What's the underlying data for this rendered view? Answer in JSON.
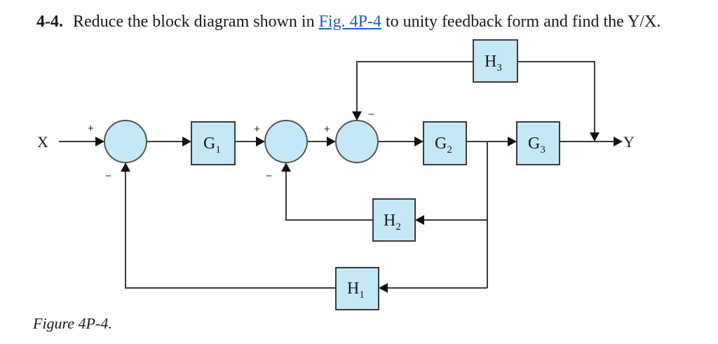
{
  "problem": {
    "number": "4-4.",
    "text_before": "Reduce the block diagram shown in ",
    "link_text": "Fig. 4P-4",
    "text_after": " to unity feedback form and find the Y/X."
  },
  "diagram": {
    "input_label": "X",
    "output_label": "Y",
    "blocks": {
      "G1": {
        "base": "G",
        "sub": "1"
      },
      "G2": {
        "base": "G",
        "sub": "2"
      },
      "G3": {
        "base": "G",
        "sub": "3"
      },
      "H1": {
        "base": "H",
        "sub": "1"
      },
      "H2": {
        "base": "H",
        "sub": "2"
      },
      "H3": {
        "base": "H",
        "sub": "3"
      }
    },
    "junctions": [
      {
        "id": "S1",
        "inputs": [
          {
            "from": "X",
            "sign": "+"
          },
          {
            "from": "H1",
            "sign": "−"
          }
        ]
      },
      {
        "id": "S2",
        "inputs": [
          {
            "from": "G1",
            "sign": "+"
          },
          {
            "from": "H2",
            "sign": "−"
          }
        ]
      },
      {
        "id": "S3",
        "inputs": [
          {
            "from": "S2",
            "sign": "+"
          },
          {
            "from": "H3",
            "sign": "−"
          }
        ]
      }
    ],
    "signs": {
      "plus": "+",
      "minus": "−"
    },
    "colors": {
      "block_fill": "#c5e8f7",
      "line": "#3a3a3a",
      "link": "#1f5fbf"
    }
  },
  "caption": "Figure 4P-4."
}
